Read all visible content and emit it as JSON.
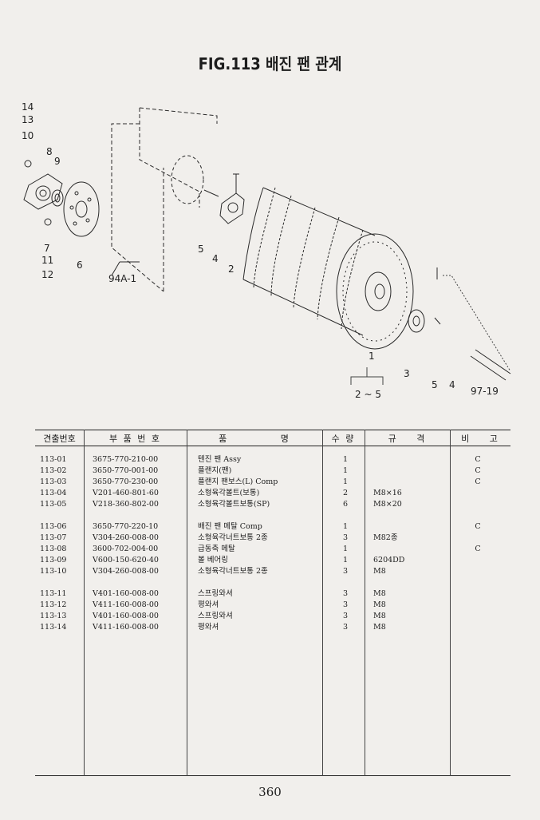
{
  "title": "FIG.113 배진 팬 관계",
  "diagram": {
    "callouts": {
      "c14": "14",
      "c13": "13",
      "c10": "10",
      "c8": "8",
      "c9": "9",
      "c7": "7",
      "c11": "11",
      "c12": "12",
      "c6": "6",
      "c94": "94A-1",
      "c5a": "5",
      "c4a": "4",
      "c2": "2",
      "c1": "1",
      "c2to5": "2 ~ 5",
      "c3": "3",
      "c5b": "5",
      "c4b": "4",
      "c97": "97-19"
    }
  },
  "table": {
    "headers": {
      "no": "견출번호",
      "part_no": "부 품 번 호",
      "name": "품 명",
      "qty": "수 량",
      "spec": "규 격",
      "note": "비 고"
    },
    "rows": [
      {
        "no": "113-01",
        "part_no": "3675-770-210-00",
        "name": "텐진 팬 Assy",
        "qty": "1",
        "spec": "",
        "note": "C"
      },
      {
        "no": "113-02",
        "part_no": "3650-770-001-00",
        "name": "플랜지(팬)",
        "qty": "1",
        "spec": "",
        "note": "C"
      },
      {
        "no": "113-03",
        "part_no": "3650-770-230-00",
        "name": "플랜지 팬보스(L) Comp",
        "qty": "1",
        "spec": "",
        "note": "C"
      },
      {
        "no": "113-04",
        "part_no": "V201-460-801-60",
        "name": "소형육각볼트(보통)",
        "qty": "2",
        "spec": "M8×16",
        "note": ""
      },
      {
        "no": "113-05",
        "part_no": "V218-360-802-00",
        "name": "소형육각볼트보통(SP)",
        "qty": "6",
        "spec": "M8×20",
        "note": ""
      },
      {
        "no": "113-06",
        "part_no": "3650-770-220-10",
        "name": "배진 팬 메탈 Comp",
        "qty": "1",
        "spec": "",
        "note": "C"
      },
      {
        "no": "113-07",
        "part_no": "V304-260-008-00",
        "name": "소형육각너트보통 2종",
        "qty": "3",
        "spec": "M82종",
        "note": ""
      },
      {
        "no": "113-08",
        "part_no": "3600-702-004-00",
        "name": "급동축 메탈",
        "qty": "1",
        "spec": "",
        "note": "C"
      },
      {
        "no": "113-09",
        "part_no": "V600-150-620-40",
        "name": "볼 베어링",
        "qty": "1",
        "spec": "6204DD",
        "note": ""
      },
      {
        "no": "113-10",
        "part_no": "V304-260-008-00",
        "name": "소형육각너트보통 2종",
        "qty": "3",
        "spec": "M8",
        "note": ""
      },
      {
        "no": "113-11",
        "part_no": "V401-160-008-00",
        "name": "스프링와셔",
        "qty": "3",
        "spec": "M8",
        "note": ""
      },
      {
        "no": "113-12",
        "part_no": "V411-160-008-00",
        "name": "평와셔",
        "qty": "3",
        "spec": "M8",
        "note": ""
      },
      {
        "no": "113-13",
        "part_no": "V401-160-008-00",
        "name": "스프링와셔",
        "qty": "3",
        "spec": "M8",
        "note": ""
      },
      {
        "no": "113-14",
        "part_no": "V411-160-008-00",
        "name": "평와셔",
        "qty": "3",
        "spec": "M8",
        "note": ""
      }
    ]
  },
  "page_number": "360"
}
